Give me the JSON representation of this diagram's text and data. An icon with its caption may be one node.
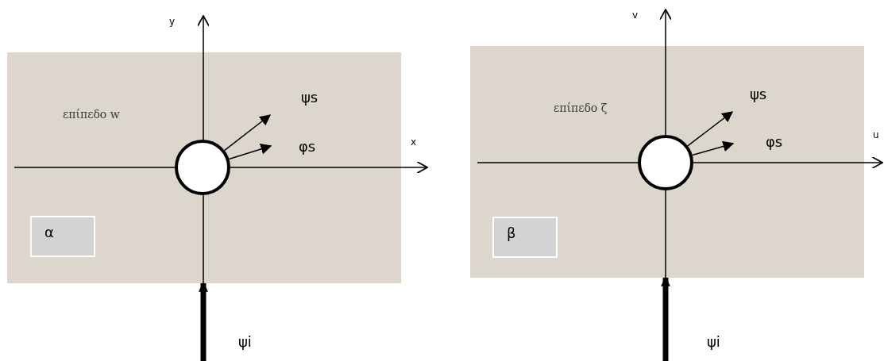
{
  "diagram": {
    "nodes": [
      {
        "text": [
          "επίπεδο w"
        ]
      },
      {
        "text": [],
        "shape": "circle",
        "in": 0
      },
      {
        "text": [
          "α"
        ],
        "in": 0
      },
      {
        "text": [
          "επίπεδο ζ"
        ]
      },
      {
        "text": [],
        "shape": "circle",
        "in": 3
      },
      {
        "text": [
          "β"
        ],
        "in": 3
      }
    ],
    "edges": [
      {
        "from": 1,
        "to": null,
        "arrow": "to",
        "label": "ψs"
      },
      {
        "from": 1,
        "to": null,
        "arrow": "to",
        "label": "φs"
      },
      {
        "from": null,
        "to": 0,
        "arrow": "to",
        "label": "ψi",
        "style": "thick"
      },
      {
        "from": 4,
        "to": null,
        "arrow": "to",
        "label": "ψs"
      },
      {
        "from": 4,
        "to": null,
        "arrow": "to",
        "label": "φs"
      },
      {
        "from": null,
        "to": 3,
        "arrow": "to",
        "label": "ψi",
        "style": "thick"
      }
    ],
    "labels": [
      "y",
      "x",
      "v",
      "u"
    ]
  }
}
